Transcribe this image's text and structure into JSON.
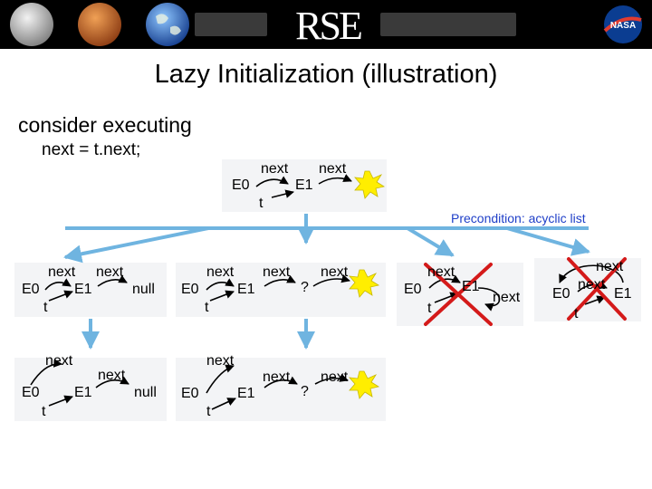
{
  "title": "Lazy Initialization (illustration)",
  "intro": "consider executing",
  "code_line": "next = t.next;",
  "precondition": "Precondition: acyclic list",
  "colors": {
    "accent_blue": "#1f3fc8",
    "arrow_light_blue": "#6fb4e0",
    "cross_red": "#d41a1a",
    "star_yellow": "#ffee00",
    "panel_gray": "#f3f4f6"
  },
  "banner": {
    "logo_text": "RSE",
    "badge_text": "NASA",
    "icons": [
      "moon-icon",
      "mars-icon",
      "earth-icon",
      "nasa-logo-icon"
    ]
  },
  "labels": {
    "next": "next",
    "null": "null",
    "t": "t",
    "unknown": "?",
    "e0": "E0",
    "e1": "E1"
  }
}
